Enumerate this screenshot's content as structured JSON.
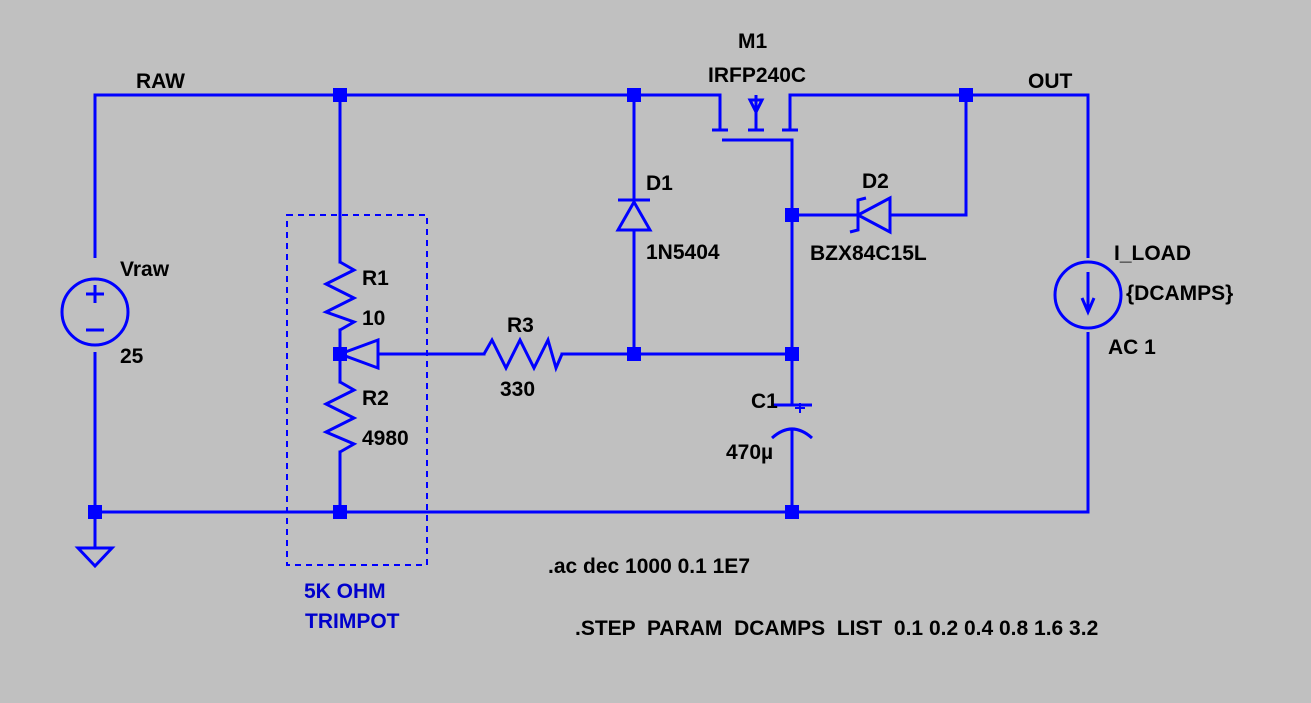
{
  "nets": {
    "raw": "RAW",
    "out": "OUT"
  },
  "components": {
    "m1": {
      "ref": "M1",
      "value": "IRFP240C"
    },
    "d1": {
      "ref": "D1",
      "value": "1N5404"
    },
    "d2": {
      "ref": "D2",
      "value": "BZX84C15L"
    },
    "vraw": {
      "ref": "Vraw",
      "value": "25"
    },
    "r1": {
      "ref": "R1",
      "value": "10"
    },
    "r2": {
      "ref": "R2",
      "value": "4980"
    },
    "r3": {
      "ref": "R3",
      "value": "330"
    },
    "c1": {
      "ref": "C1",
      "value": "470µ"
    },
    "i_load": {
      "ref": "I_LOAD",
      "value": "{DCAMPS}",
      "ac": "AC 1"
    }
  },
  "annotations": {
    "trimpot_line1": "5K OHM",
    "trimpot_line2": "TRIMPOT"
  },
  "directives": {
    "ac": ".ac dec 1000 0.1 1E7",
    "step": ".STEP  PARAM  DCAMPS  LIST  0.1 0.2 0.4 0.8 1.6 3.2"
  },
  "colors": {
    "background": "#c0c0c0",
    "wire": "#0000ff",
    "text": "#000000",
    "annotation": "#0000cc"
  }
}
